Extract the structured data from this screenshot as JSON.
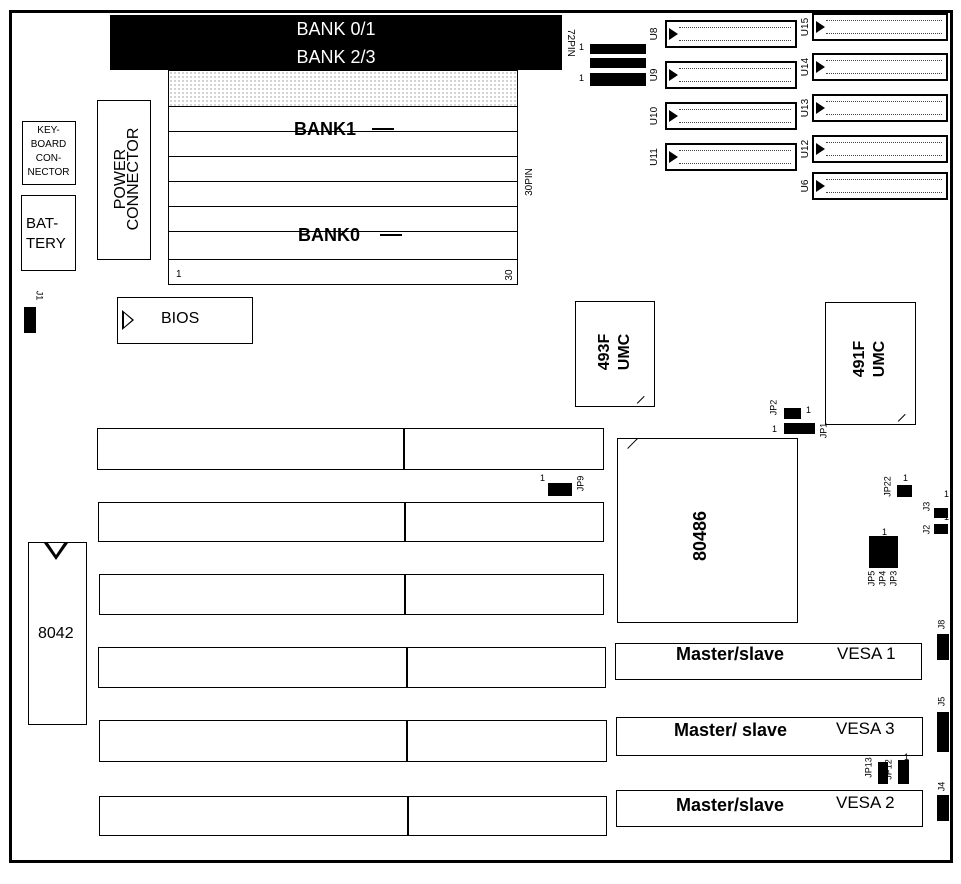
{
  "memory": {
    "bank01": "BANK 0/1",
    "bank23": "BANK 2/3",
    "pin72": "72PIN",
    "bank1": "BANK1",
    "bank0": "BANK0",
    "pin30": "30PIN",
    "pin_first": "1",
    "pin_last": "30"
  },
  "left_components": {
    "keyboard_connector": [
      "KEY-",
      "BOARD",
      "CON-",
      "NECTOR"
    ],
    "battery": [
      "BAT-",
      "TERY"
    ],
    "power_connector": [
      "POWER",
      "CONNECTOR"
    ],
    "bios": "BIOS",
    "kbc": "8042",
    "j1": "J1"
  },
  "chips": {
    "umc493": [
      "493F",
      "UMC"
    ],
    "umc491": [
      "491F",
      "UMC"
    ],
    "cpu": "80486"
  },
  "cache_sockets": {
    "left": [
      "U8",
      "U9",
      "U10",
      "U11"
    ],
    "right": [
      "U15",
      "U14",
      "U13",
      "U12",
      "U6"
    ]
  },
  "jumpers": {
    "pin1": "1",
    "jp1": "JP1",
    "jp2": "JP2",
    "jp9": "JP9",
    "jp22": "JP22",
    "j3": "J3",
    "j2": "J2",
    "jp5": "JP5",
    "jp4": "JP4",
    "jp3": "JP3",
    "j8": "J8",
    "j5": "J5",
    "jp13": "JP13",
    "jp12": "JP12",
    "j4": "J4"
  },
  "vesa": [
    {
      "role": "Master/slave",
      "name": "VESA 1"
    },
    {
      "role": "Master/ slave",
      "name": "VESA 3"
    },
    {
      "role": "Master/slave",
      "name": "VESA 2"
    }
  ]
}
